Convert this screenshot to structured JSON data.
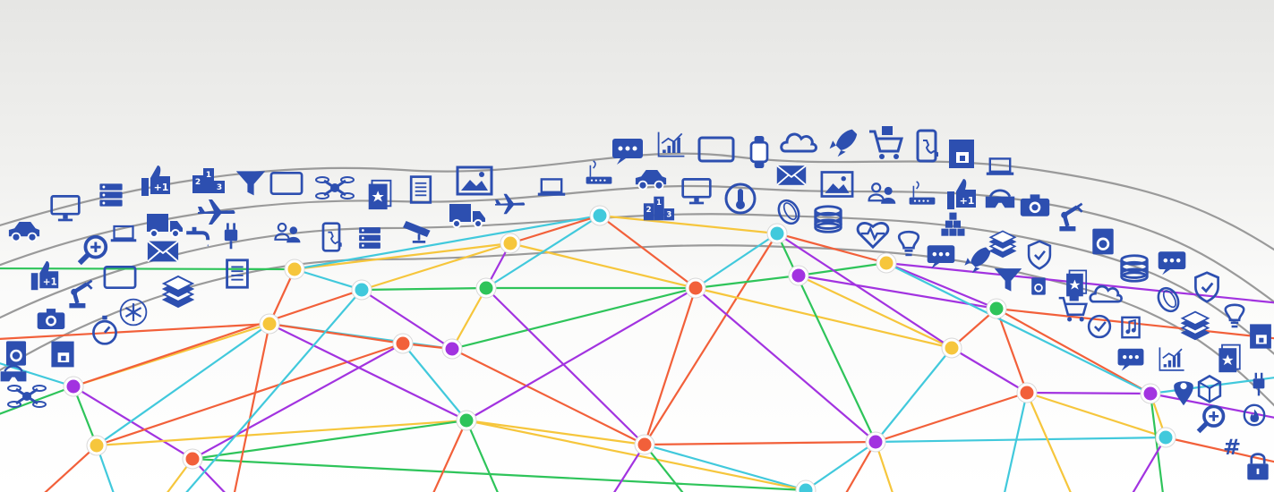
{
  "colors": {
    "icon_blue": "#2d4fb0",
    "curve_gray": "#9a9a9a",
    "link_orange": "#f2603a",
    "link_cyan": "#41c9dc",
    "link_yellow": "#f6c63c",
    "link_green": "#2ec45a",
    "link_purple": "#a233e0"
  },
  "icon_badges": {
    "plus_one": "+1",
    "podium_first": "1",
    "podium_second": "2",
    "podium_third": "3",
    "hashtag": "#"
  },
  "icons": [
    "chat-icon",
    "chart-icon",
    "tablet-icon",
    "smartwatch-icon",
    "cloud-icon",
    "rocket-icon",
    "cart-icon",
    "phone-icon",
    "coffee-machine-icon",
    "monitor-icon",
    "server-icon",
    "thumbs-up-icon",
    "podium-icon",
    "funnel-icon",
    "tablet-icon",
    "drone-icon",
    "file-icon",
    "document-icon",
    "image-icon",
    "laptop-icon",
    "router-icon",
    "car-icon",
    "monitor-icon",
    "thermometer-icon",
    "mail-icon",
    "image-icon",
    "users-icon",
    "router-icon",
    "thumbs-up-icon",
    "vr-headset-icon",
    "camera-icon",
    "robot-arm-icon",
    "laptop-icon",
    "car-icon",
    "truck-icon",
    "airplane-icon",
    "plug-icon",
    "users-icon",
    "phone-icon",
    "server-icon",
    "cctv-icon",
    "truck-icon",
    "airplane-icon",
    "podium-icon",
    "contact-lens-icon",
    "database-icon",
    "heart-pulse-icon",
    "lightbulb-icon",
    "blocks-icon",
    "chat-icon",
    "layers-icon",
    "shield-icon",
    "washing-machine-icon",
    "search-plus-icon",
    "laptop-icon",
    "mail-icon",
    "faucet-icon",
    "document-icon",
    "thumbs-up-icon",
    "robot-arm-icon",
    "tablet-icon",
    "layers-icon",
    "stopwatch-icon",
    "snowflake-icon",
    "camera-icon",
    "washing-machine-icon",
    "coffee-machine-icon",
    "vr-headset-icon",
    "drone-icon",
    "cloud-icon",
    "file-icon",
    "rocket-icon",
    "funnel-icon",
    "database-icon",
    "chat-icon",
    "shield-icon",
    "cart-icon",
    "contact-lens-icon",
    "layers-icon",
    "lightbulb-icon",
    "music-icon",
    "clock-icon",
    "chat-icon",
    "chart-icon",
    "file-icon",
    "coffee-machine-icon",
    "box-icon",
    "location-icon",
    "search-plus-icon",
    "plug-icon",
    "hashtag-icon",
    "fire-icon",
    "lock-icon",
    "washing-machine-icon"
  ]
}
